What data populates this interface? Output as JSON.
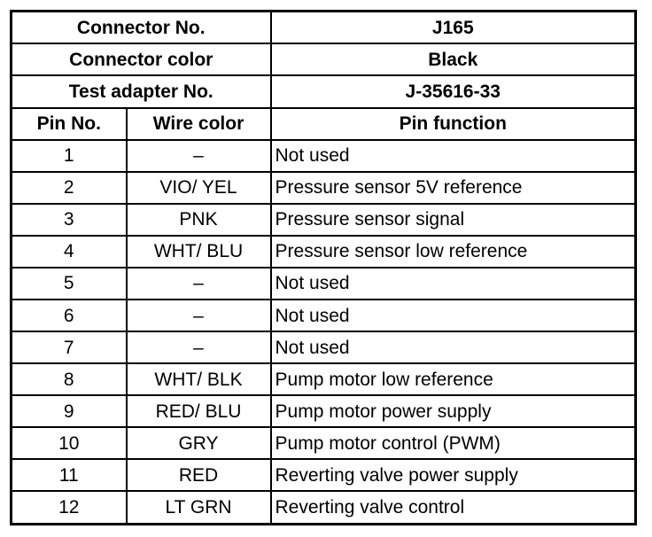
{
  "header": {
    "connector_no_label": "Connector No.",
    "connector_no_value": "J165",
    "connector_color_label": "Connector color",
    "connector_color_value": "Black",
    "test_adapter_label": "Test adapter No.",
    "test_adapter_value": "J-35616-33"
  },
  "columns": {
    "pin_no": "Pin No.",
    "wire_color": "Wire color",
    "pin_function": "Pin function"
  },
  "rows": [
    {
      "pin": "1",
      "wire": "–",
      "function": "Not used"
    },
    {
      "pin": "2",
      "wire": "VIO/ YEL",
      "function": "Pressure sensor 5V reference"
    },
    {
      "pin": "3",
      "wire": "PNK",
      "function": "Pressure sensor signal"
    },
    {
      "pin": "4",
      "wire": "WHT/ BLU",
      "function": "Pressure sensor low reference"
    },
    {
      "pin": "5",
      "wire": "–",
      "function": "Not used"
    },
    {
      "pin": "6",
      "wire": "–",
      "function": "Not used"
    },
    {
      "pin": "7",
      "wire": "–",
      "function": "Not used"
    },
    {
      "pin": "8",
      "wire": "WHT/ BLK",
      "function": "Pump motor low reference"
    },
    {
      "pin": "9",
      "wire": "RED/ BLU",
      "function": "Pump motor power supply"
    },
    {
      "pin": "10",
      "wire": "GRY",
      "function": "Pump motor control (PWM)"
    },
    {
      "pin": "11",
      "wire": "RED",
      "function": "Reverting valve power supply"
    },
    {
      "pin": "12",
      "wire": "LT GRN",
      "function": "Reverting valve control"
    }
  ]
}
